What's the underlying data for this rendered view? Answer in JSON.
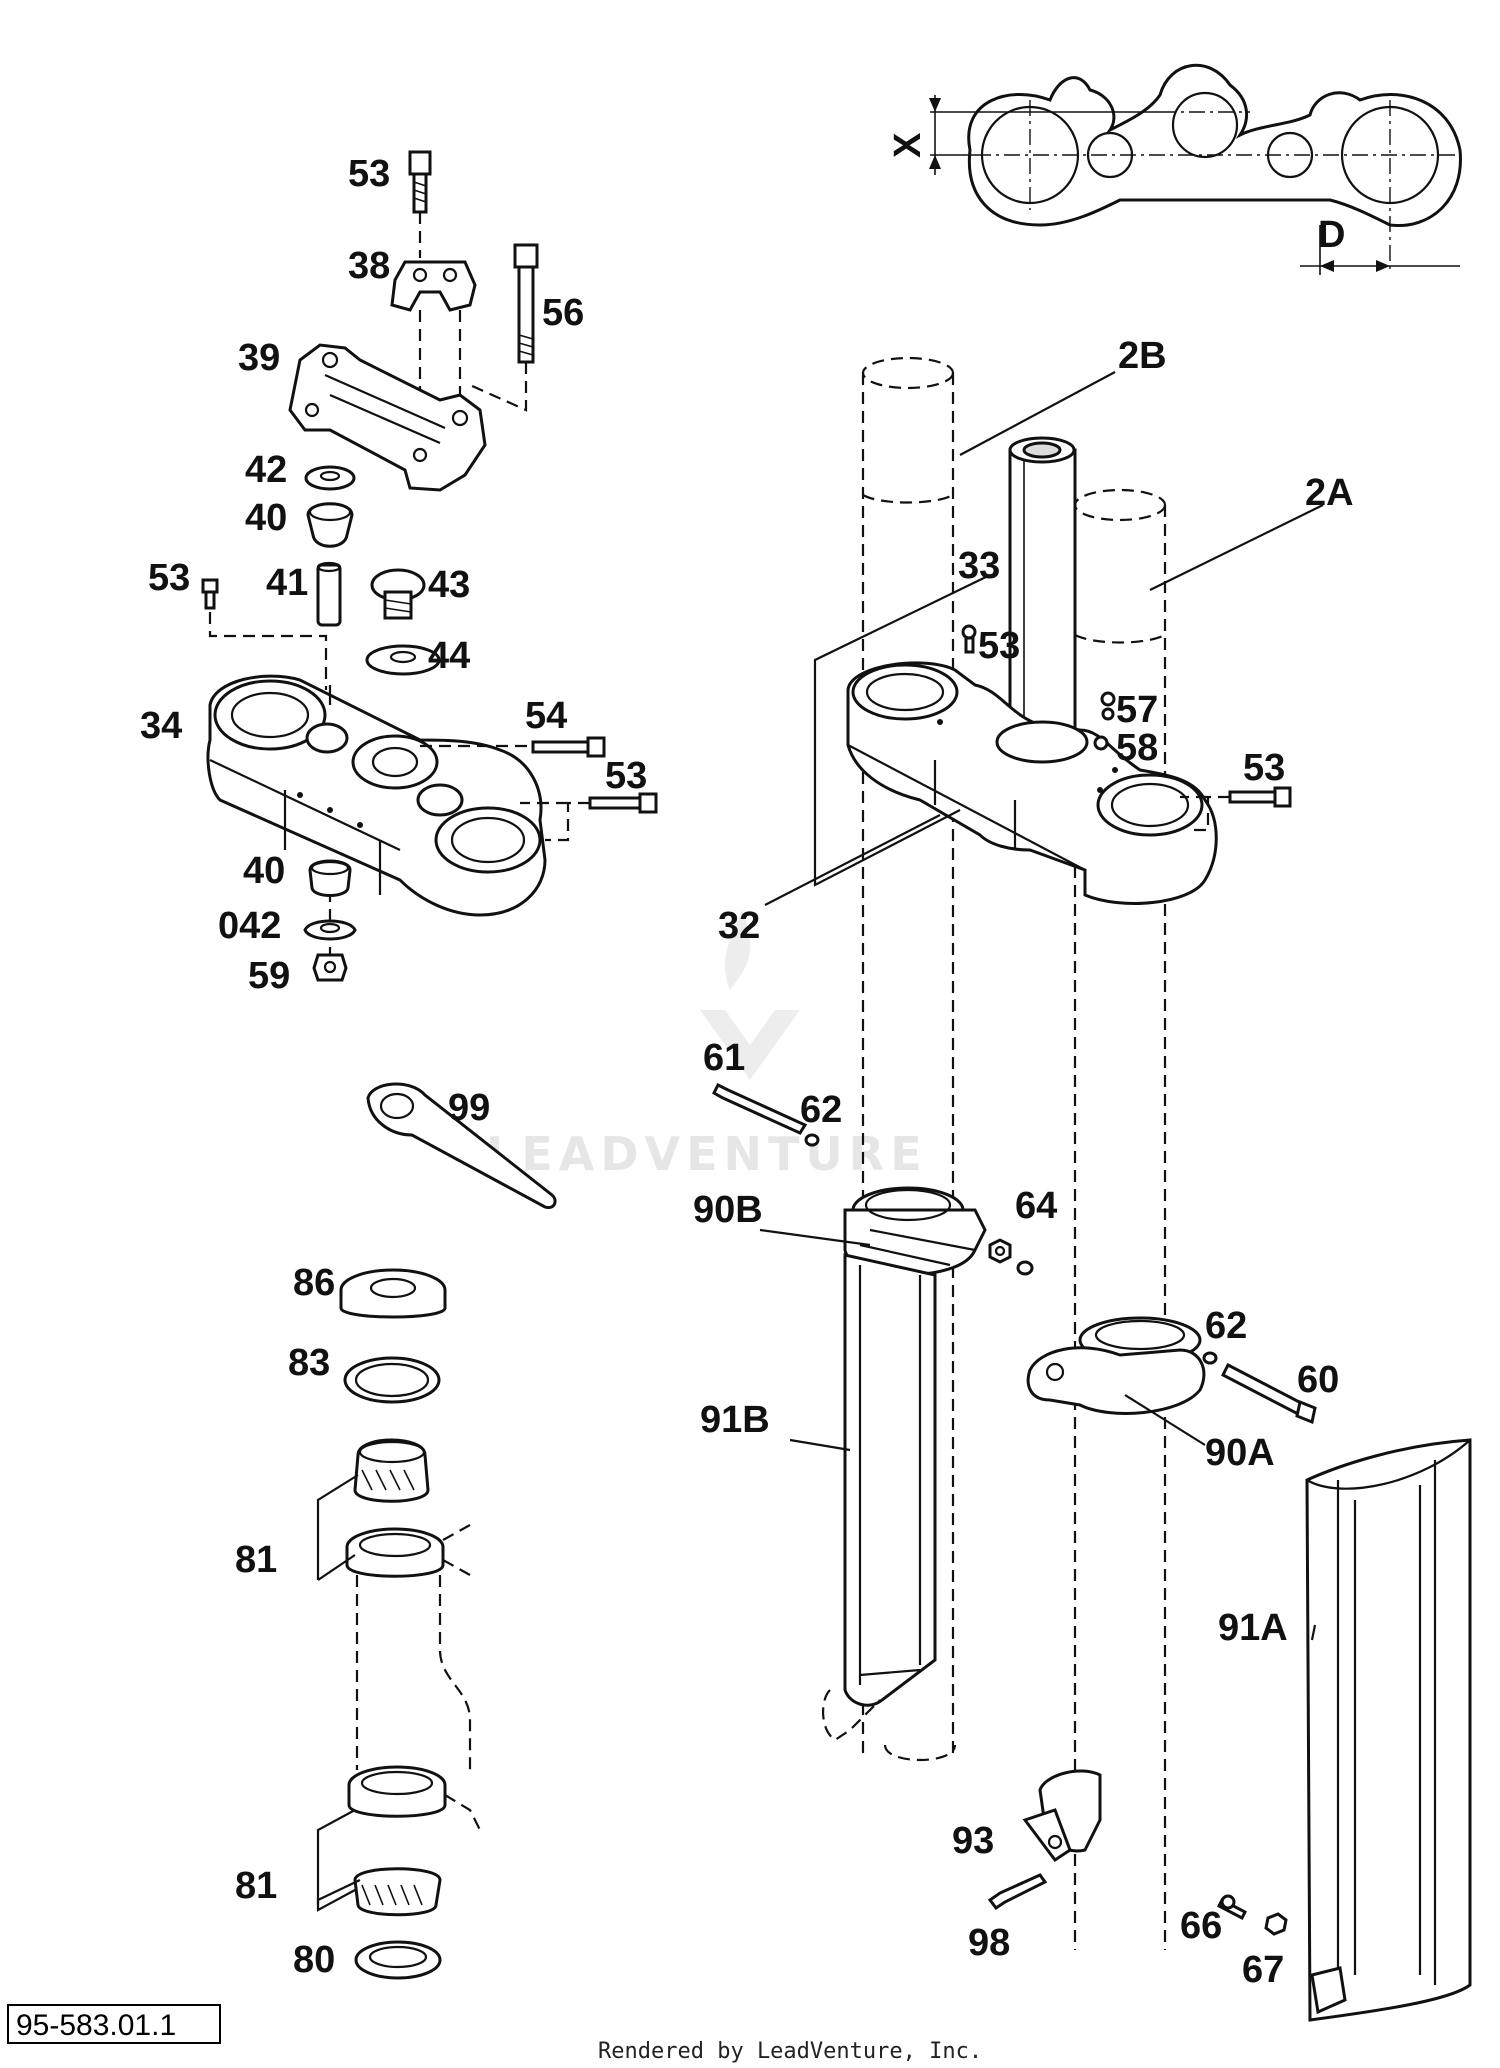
{
  "labels": {
    "l53a": "53",
    "l38": "38",
    "l56": "56",
    "l39": "39",
    "l42": "42",
    "l40a": "40",
    "l53b": "53",
    "l41": "41",
    "l43": "43",
    "l44": "44",
    "l34": "34",
    "l54": "54",
    "l53c": "53",
    "l40b": "40",
    "l042": "042",
    "l59": "59",
    "lX": "X",
    "lD": "D",
    "l2B": "2B",
    "l2A": "2A",
    "l33": "33",
    "l53d": "53",
    "l57": "57",
    "l58": "58",
    "l53e": "53",
    "l32": "32",
    "l61": "61",
    "l62a": "62",
    "l90B": "90B",
    "l64": "64",
    "l62b": "62",
    "l60": "60",
    "l91B": "91B",
    "l90A": "90A",
    "l91A": "91A",
    "l93": "93",
    "l98": "98",
    "l66": "66",
    "l67": "67",
    "l99": "99",
    "l86": "86",
    "l83": "83",
    "l81a": "81",
    "l81b": "81",
    "l80": "80"
  },
  "reference": "95-583.01.1",
  "credit": "Rendered by LeadVenture, Inc.",
  "watermark": "LEADVENTURE"
}
